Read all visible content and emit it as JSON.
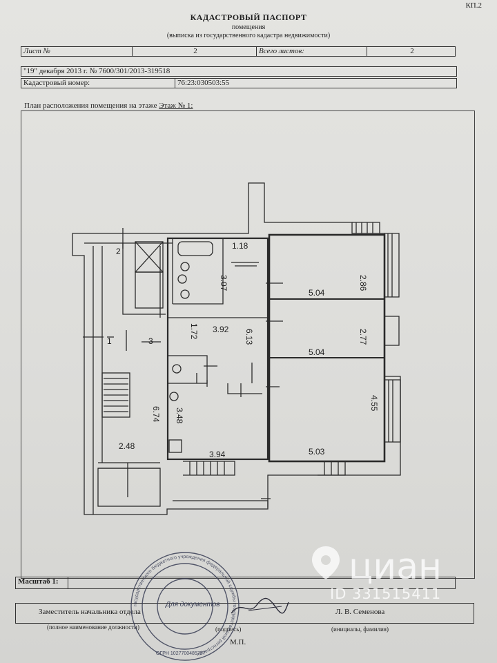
{
  "header": {
    "corner_code": "КП.2",
    "title": "КАДАСТРОВЫЙ ПАСПОРТ",
    "subtitle": "помещения",
    "subtitle2": "(выписка из государственного кадастра недвижимости)"
  },
  "sheet_row": {
    "label": "Лист №",
    "value": "2",
    "total_label": "Всего листов:",
    "total_value": "2"
  },
  "date_row": "\"19\" декабря 2013 г. № 7600/301/2013-319518",
  "cadastral_row": {
    "label": "Кадастровый номер:",
    "value": "76:23:030503:55"
  },
  "plan": {
    "caption": "План расположения помещения на этаже",
    "floor": "Этаж № 1:",
    "room_numbers": [
      "2",
      "1",
      "3"
    ],
    "dimensions": [
      "1.18",
      "3.07",
      "2.86",
      "5.04",
      "1.72",
      "3.92",
      "6.13",
      "2.77",
      "5.04",
      "4.55",
      "3.48",
      "6.74",
      "2.48",
      "3.94",
      "5.03"
    ]
  },
  "footer": {
    "scale_label": "Масштаб 1:",
    "position": "Заместитель начальника отдела",
    "position_caption": "(полное наименование должности)",
    "signature_caption": "(подпись)",
    "name": "Л. В. Семенова",
    "name_caption": "(инициалы, фамилия)",
    "stamp_mark": "М.П."
  },
  "stamp": {
    "inner_text": "Для документов",
    "ring_text": "государственного бюджетного учреждения федеральной службы государственной регистрации",
    "ogrn": "ОГРН 1027700485757"
  },
  "watermark": {
    "brand": "циан",
    "id": "ID 331515411"
  }
}
